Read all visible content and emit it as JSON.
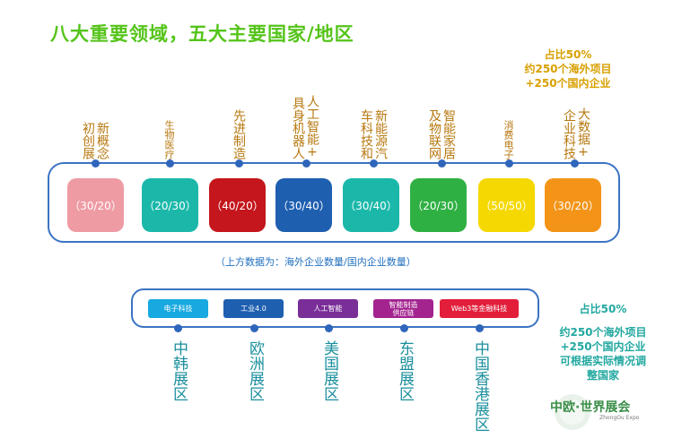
{
  "title": "八大重要领域，五大主要国家/地区",
  "top_note": "占比50%\n约250个海外项目\n+250个国内企业",
  "bottom_note_title": "占比50%",
  "bottom_note_body": "约250个海外项目\n+250个国内企业\n可根据实际情况调\n整国家",
  "sectors": [
    {
      "col1": "新概念",
      "col2": "初创展",
      "value": "（30/20）",
      "color": "#ee9ba4"
    },
    {
      "col1": "生物医疗",
      "col2": "",
      "value": "（20/30）",
      "color": "#1bb8aa"
    },
    {
      "col1": "先进制造",
      "col2": "",
      "value": "（40/20）",
      "color": "#c4161c"
    },
    {
      "col1": "人工智能+",
      "col2": "具身机器人",
      "value": "（30/40）",
      "color": "#1e5fb0"
    },
    {
      "col1": "新能源汽",
      "col2": "车科技和",
      "value": "（30/40）",
      "color": "#1bb8aa"
    },
    {
      "col1": "智能家居",
      "col2": "及物联网",
      "value": "（20/30）",
      "color": "#2fb043"
    },
    {
      "col1": "消费电子",
      "col2": "",
      "value": "（50/50）",
      "color": "#f5d800"
    },
    {
      "col1": "大数据+",
      "col2": "企业科技",
      "value": "（30/20）",
      "color": "#f39418"
    }
  ],
  "caption": "（上方数据为：海外企业数量/国内企业数量）",
  "region_buttons": [
    {
      "label": "电子科技",
      "color": "#17a9e0"
    },
    {
      "label": "工业4.0",
      "color": "#1e5fb0"
    },
    {
      "label": "人工智能",
      "color": "#7a2e98"
    },
    {
      "label": "智能制造\n供应链",
      "color": "#a3238f"
    },
    {
      "label": "Web3等金融科技",
      "color": "#e21e3b"
    }
  ],
  "regions": [
    "中韩展区",
    "欧洲展区",
    "美国展区",
    "东盟展区",
    "中国香港展区"
  ],
  "logo": {
    "text": "中欧·世界展会",
    "sub": "ZhongOu Expo"
  }
}
